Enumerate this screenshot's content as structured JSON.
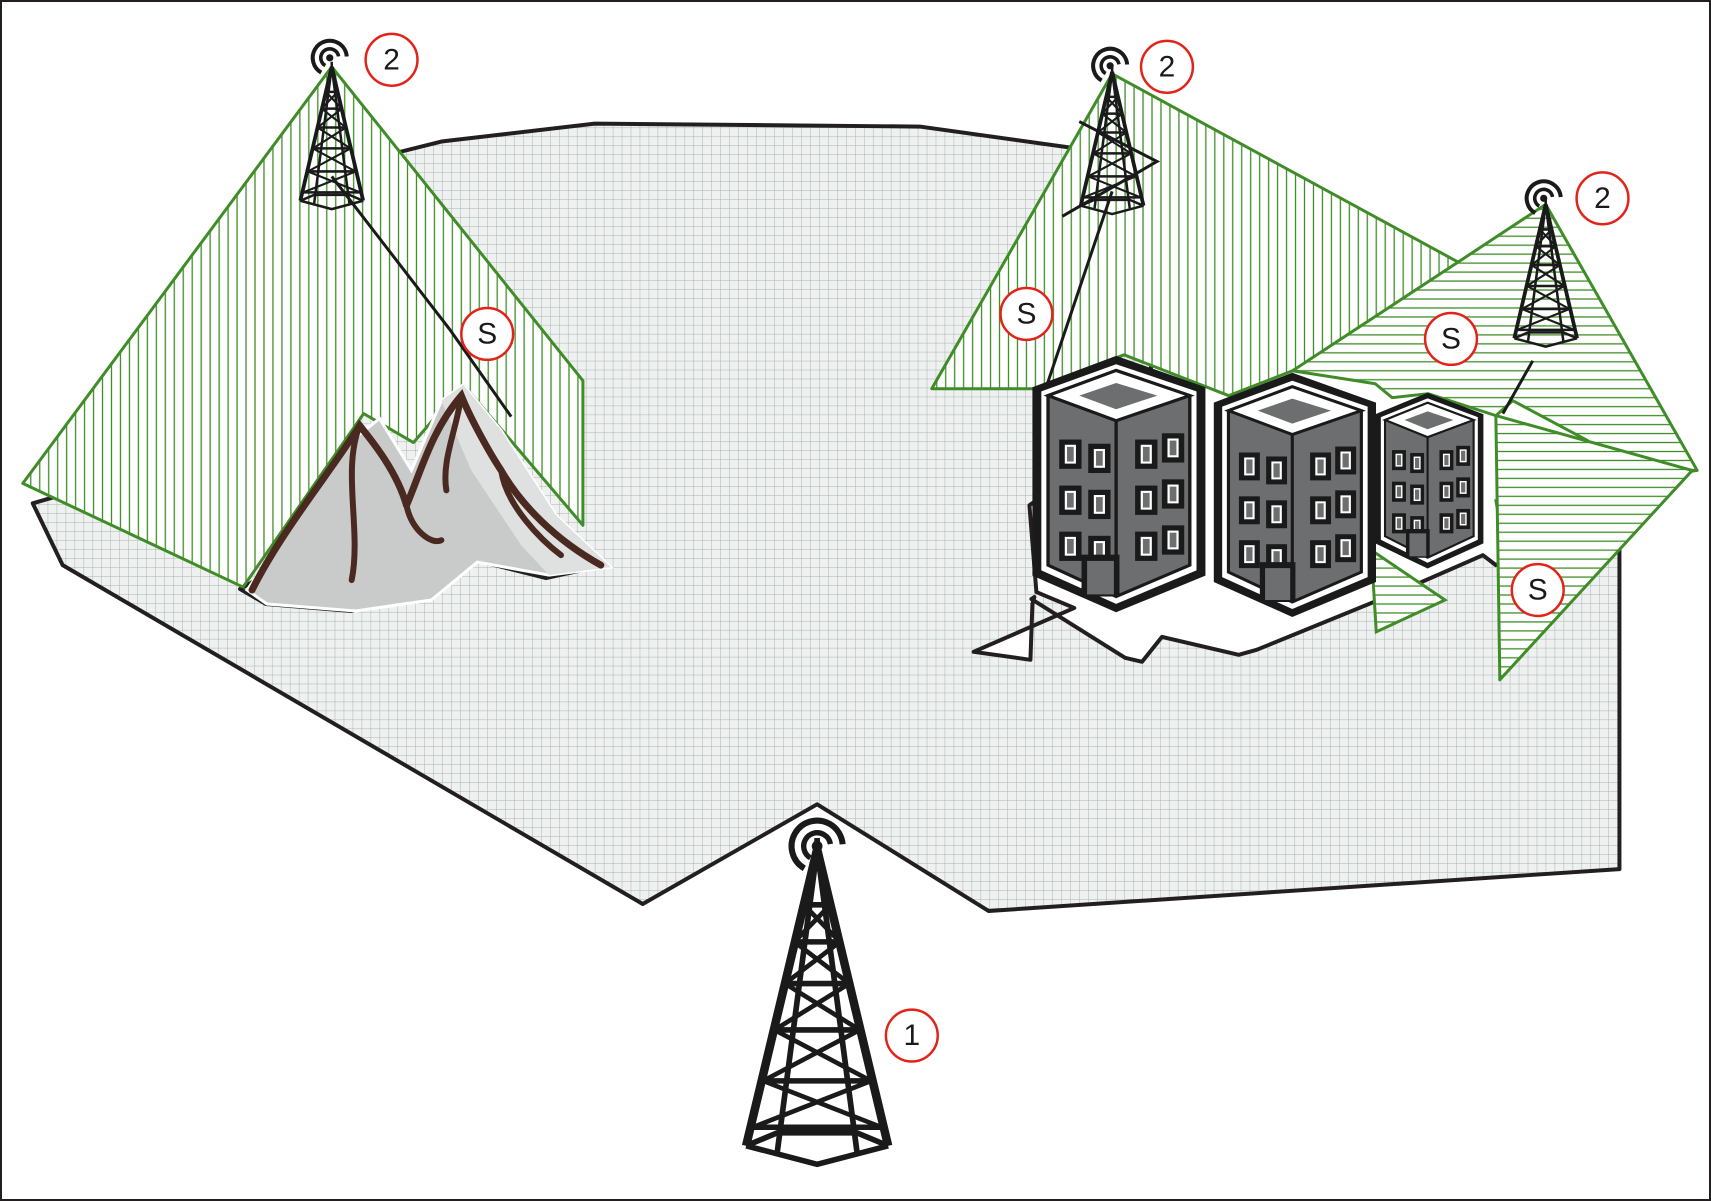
{
  "diagram": {
    "labels": {
      "main_tower": "1",
      "gap_filler_tower": "2",
      "shadow_zone": "S"
    },
    "colors": {
      "coverage_outline": "#231f20",
      "coverage_fill": "#eef1f0",
      "coverage_grid": "#a9b4b2",
      "gapfill_green": "#3f8c28",
      "marker_red": "#e2231a",
      "building_gray": "#6d6e70",
      "mountain_fill": "#c9cbca",
      "mountain_ridge": "#4a2a20"
    },
    "icons": [
      "radio-tower-icon",
      "signal-waves-icon",
      "mountain-icon",
      "building-icon"
    ]
  }
}
